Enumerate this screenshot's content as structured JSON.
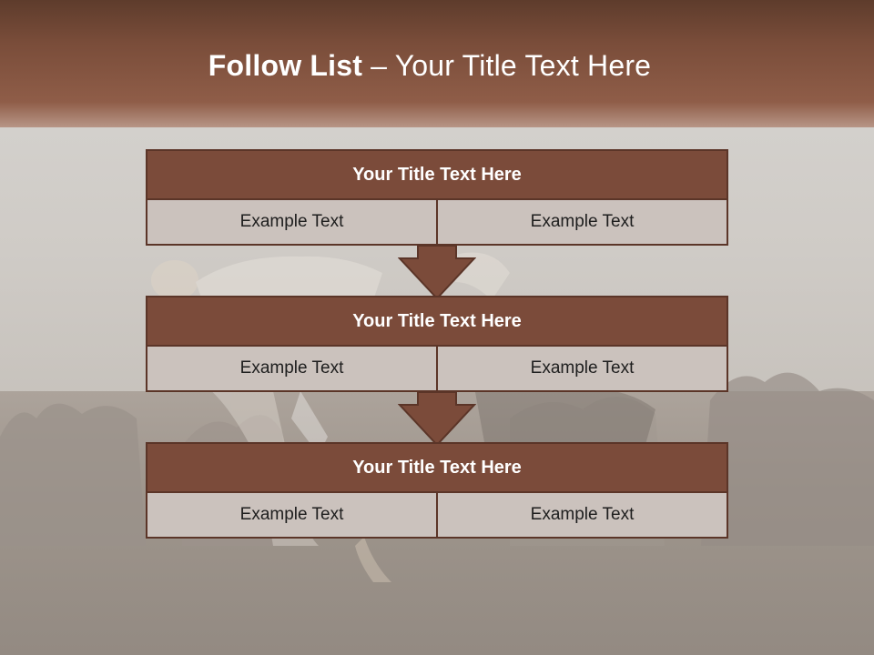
{
  "slide": {
    "title_bold": "Follow List",
    "title_rest": " – Your Title Text Here"
  },
  "blocks": [
    {
      "header": "Your Title Text Here",
      "left": "Example Text",
      "right": "Example Text"
    },
    {
      "header": "Your Title Text Here",
      "left": "Example Text",
      "right": "Example Text"
    },
    {
      "header": "Your Title Text Here",
      "left": "Example Text",
      "right": "Example Text"
    }
  ],
  "colors": {
    "header_fill": "#7b4b3a",
    "border": "#5b3528",
    "cell_fill": "#cbc2bd",
    "arrow_fill": "#7b4b3a"
  },
  "icons": {
    "arrow": "down-arrow-icon"
  }
}
